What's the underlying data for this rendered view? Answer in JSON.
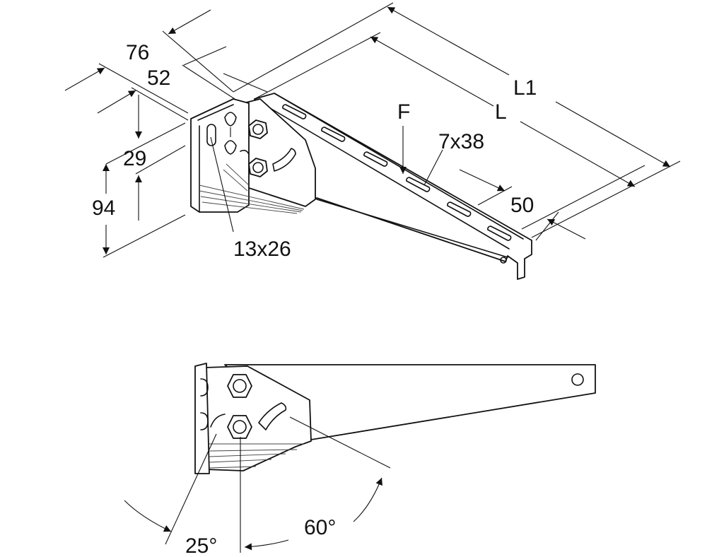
{
  "labels": {
    "w76": "76",
    "w52": "52",
    "h29": "29",
    "h94": "94",
    "slot_small": "13x26",
    "load": "F",
    "slot_large": "7x38",
    "length_l": "L",
    "length_l1": "L1",
    "end_50": "50",
    "angle_25": "25°",
    "angle_60": "60°"
  }
}
